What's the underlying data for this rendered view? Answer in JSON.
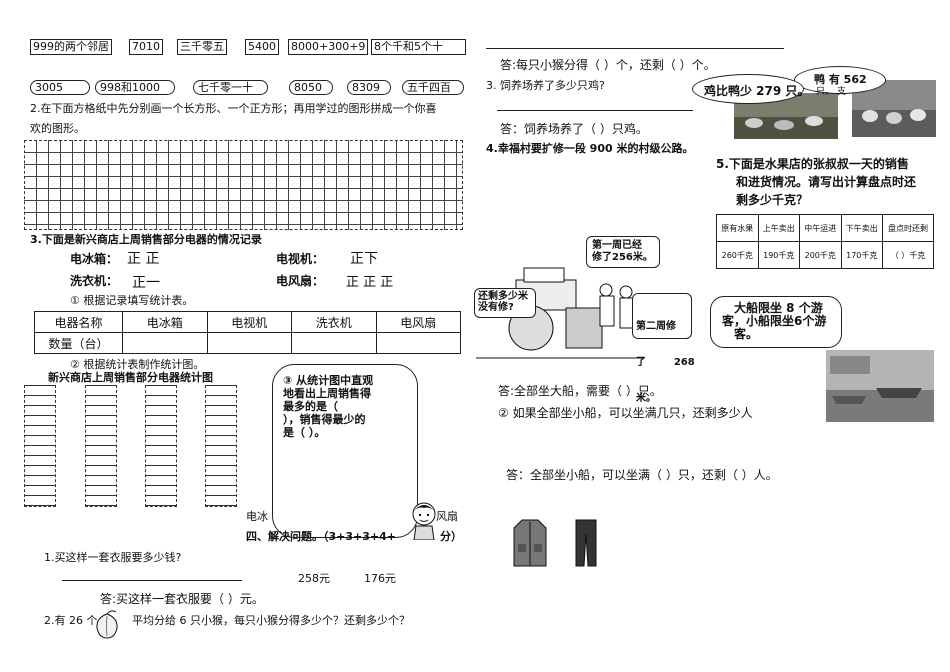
{
  "left": {
    "row1": [
      "999的两个邻居",
      "7010",
      "三千零五",
      "5400",
      "8000+300+9",
      "8个千和5个十"
    ],
    "row2": [
      "3005",
      "998和1000",
      "七千零一十",
      "8050",
      "8309",
      "五千四百"
    ],
    "q2": {
      "line1": "2.在下面方格纸中先分别画一个长方形、一个正方形；再用学过的图形拼成一个你喜",
      "line2": "欢的图形。"
    },
    "q3": {
      "title": "3.下面是新兴商店上周销售部分电器的情况记录",
      "items": [
        {
          "label": "电冰箱：",
          "tally": "正 正"
        },
        {
          "label": "电视机：",
          "tally": "正下"
        },
        {
          "label": "洗衣机：",
          "tally": "正一"
        },
        {
          "label": "电风扇：",
          "tally": "正 正 正"
        }
      ],
      "sub1": "① 根据记录填写统计表。",
      "table_headers": [
        "电器名称",
        "电冰箱",
        "电视机",
        "洗衣机",
        "电风扇"
      ],
      "table_row_label": "数量（台）",
      "sub2": "② 根据统计表制作统计图。",
      "chart_title": "新兴商店上周销售部分电器统计图",
      "sub3_lines": [
        "③ 从统计图中直观",
        "地看出上周销售得",
        "最多的是（",
        "），销售得最少的",
        "是（        ）。"
      ],
      "axis_labels_partial": [
        "电冰",
        "风扇"
      ]
    },
    "section4": "四、解决问题。（3+3+3+4+",
    "section4_end": "分）",
    "p1": {
      "question": "1.买这样一套衣服要多少钱?",
      "price1": "258元",
      "price2": "176元",
      "answer": "答:买这样一套衣服要（        ）元。"
    },
    "p2": {
      "q_start": "2.有 26 个",
      "q_end": "平均分给 6 只小猴，每只小猴分得多少个？还剩多少个？"
    }
  },
  "right": {
    "ans_monkey": "答:每只小猴分得（        ）个，还剩（        ）个。",
    "p3": {
      "question": "3. 饲养场养了多少只鸡?",
      "bubble1": "鸡比鸭少 279 只。",
      "bubble2_a": "鸭  有   562",
      "bubble2_b": "只。  支",
      "answer": "答：饲养场养了（        ）只鸡。"
    },
    "p4": {
      "question": "4.幸福村要扩修一段 900 米的村级公路。",
      "bubble_left": [
        "还剩多少米",
        "没有修?"
      ],
      "bubble_top": [
        "第一周已经",
        "修了256米。"
      ],
      "bubble_right": [
        "第二周修",
        "了        268",
        "米。"
      ]
    },
    "p5": {
      "line1": "5.下面是水果店的张叔叔一天的销售",
      "line2": "和进货情况。请写出计算盘点时还",
      "line3": "剩多少千克？",
      "headers": [
        "原有水果",
        "上午卖出",
        "中午运进",
        "下午卖出",
        "盘点时还剩"
      ],
      "values": [
        "260千克",
        "190千克",
        "200千克",
        "170千克",
        "（     ）千克"
      ]
    },
    "boat": {
      "bubble": [
        "大船限坐 8 个游",
        "客，小船限坐6个游",
        "客。"
      ],
      "ans1": "答:全部坐大船，需要（     ）只。",
      "q2": "② 如果全部坐小船，可以坐满几只，还剩多少人",
      "ans2": "答：全部坐小船，可以坐满（        ）只，还剩（     ）人。"
    }
  }
}
